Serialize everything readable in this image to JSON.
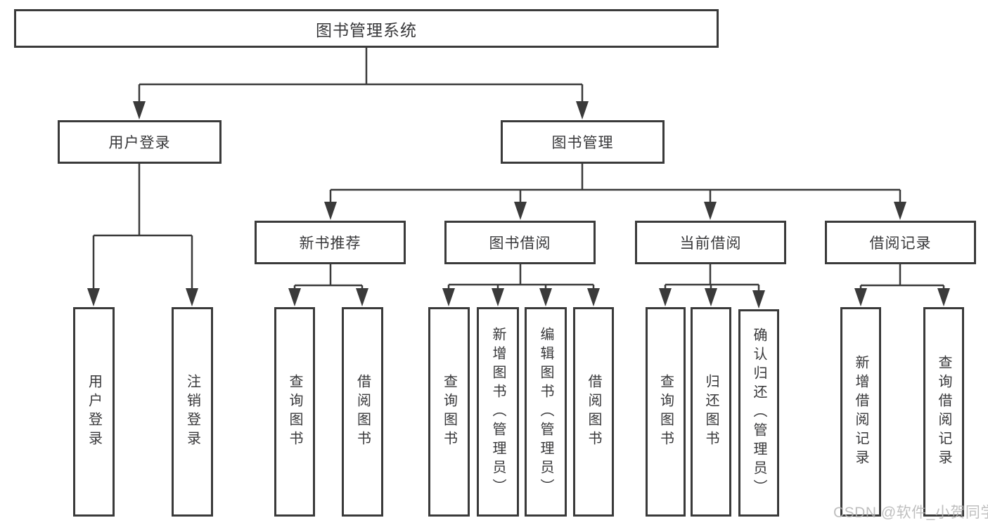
{
  "diagram": {
    "root": {
      "label": "图书管理系统"
    },
    "level2": {
      "user_login": {
        "label": "用户登录"
      },
      "book_mgmt": {
        "label": "图书管理"
      }
    },
    "level3": {
      "new_book_rec": {
        "label": "新书推荐"
      },
      "book_borrow": {
        "label": "图书借阅"
      },
      "current_borrow": {
        "label": "当前借阅"
      },
      "borrow_record": {
        "label": "借阅记录"
      }
    },
    "leaves": {
      "user_login": {
        "label": "用户登录"
      },
      "logout": {
        "label": "注销登录"
      },
      "rec_query_book": {
        "label": "查询图书"
      },
      "rec_borrow_book": {
        "label": "借阅图书"
      },
      "bb_query_book": {
        "label": "查询图书"
      },
      "bb_add_book": {
        "label": "新增图书（管理员）"
      },
      "bb_edit_book": {
        "label": "编辑图书（管理员）"
      },
      "bb_borrow_book": {
        "label": "借阅图书"
      },
      "cb_query_book": {
        "label": "查询图书"
      },
      "cb_return_book": {
        "label": "归还图书"
      },
      "cb_confirm_return": {
        "label": "确认归还（管理员）"
      },
      "br_add_record": {
        "label": "新增借阅记录"
      },
      "br_query_record": {
        "label": "查询借阅记录"
      }
    }
  },
  "watermark": {
    "text": "CSDN @软件_小贺同学"
  },
  "colors": {
    "line": "#3a3a3a",
    "text": "#38383a",
    "box_background": "#ffffff",
    "page_background": "#ffffff",
    "watermark": "#b4b4b4"
  }
}
